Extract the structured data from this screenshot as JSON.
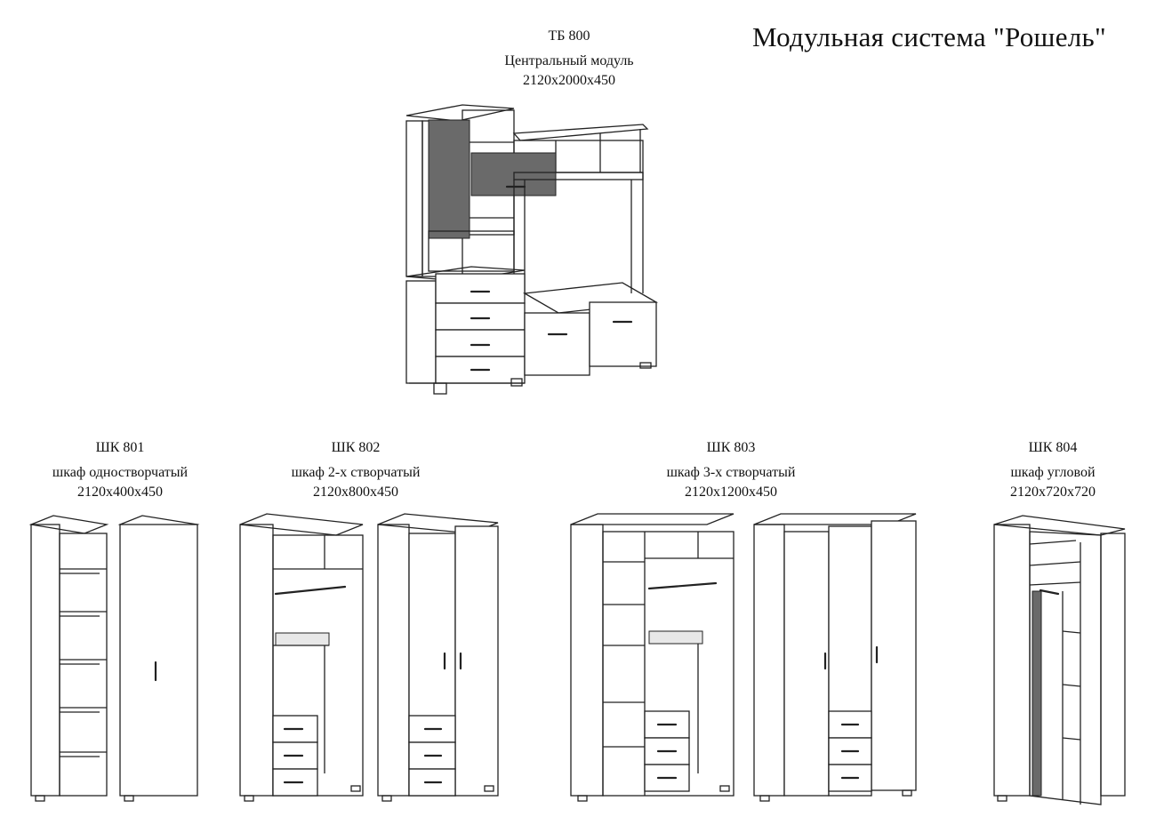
{
  "page_title": "Модульная система \"Рошель\"",
  "modules": [
    {
      "code": "ТБ 800",
      "name": "Центральный модуль",
      "size": "2120x2000x450"
    },
    {
      "code": "ШК 801",
      "name": "шкаф одностворчатый",
      "size": "2120x400x450"
    },
    {
      "code": "ШК 802",
      "name": "шкаф 2-х створчатый",
      "size": "2120x800x450"
    },
    {
      "code": "ШК 803",
      "name": "шкаф 3-х створчатый",
      "size": "2120x1200x450"
    },
    {
      "code": "ШК 804",
      "name": "шкаф угловой",
      "size": "2120x720x720"
    }
  ]
}
